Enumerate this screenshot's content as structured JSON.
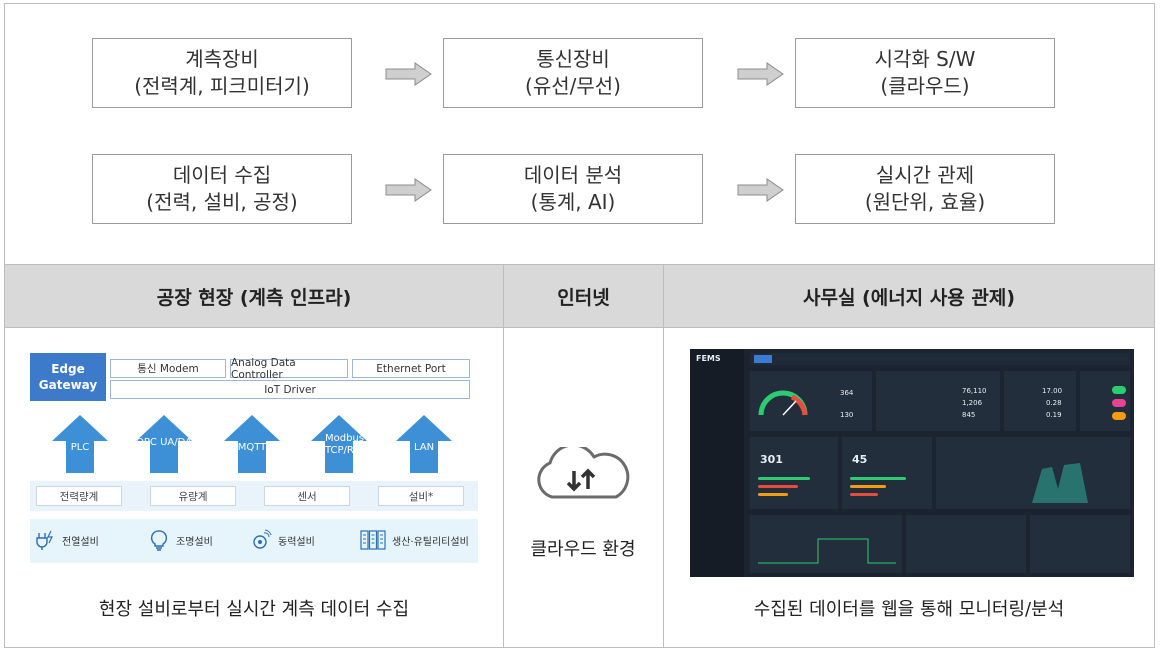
{
  "flow": {
    "row1": [
      {
        "title": "계측장비",
        "sub": "(전력계, 피크미터기)"
      },
      {
        "title": "통신장비",
        "sub": "(유선/무선)"
      },
      {
        "title": "시각화 S/W",
        "sub": "(클라우드)"
      }
    ],
    "row2": [
      {
        "title": "데이터 수집",
        "sub": "(전력, 설비, 공정)"
      },
      {
        "title": "데이터 분석",
        "sub": "(통계, AI)"
      },
      {
        "title": "실시간 관제",
        "sub": "(원단위, 효율)"
      }
    ]
  },
  "columns": {
    "factory": "공장 현장 (계측 인프라)",
    "internet": "인터넷",
    "office": "사무실 (에너지 사용 관제)"
  },
  "factory": {
    "gateway": [
      "Edge",
      "Gateway"
    ],
    "top_boxes": [
      "통신 Modem",
      "Analog Data Controller",
      "Ethernet Port"
    ],
    "driver": "IoT Driver",
    "protocols": [
      "PLC",
      "OPC UA/DA",
      "MQTT",
      "Modbus TCP/RTU",
      "LAN"
    ],
    "meters": [
      "전력량계",
      "유량계",
      "센서",
      "설비*"
    ],
    "equipment": [
      "전열설비",
      "조명설비",
      "동력설비",
      "생산·유틸리티설비"
    ],
    "caption": "현장 설비로부터 실시간 계측 데이터 수집"
  },
  "internet": {
    "cloud_label": "클라우드 환경"
  },
  "office": {
    "brand": "FEMS",
    "caption": "수집된 데이터를 웹을 통해 모니터링/분석",
    "kpi": [
      "301",
      "45",
      "364",
      "130",
      "76,110",
      "1,206",
      "845",
      "17.00",
      "0.28",
      "0.19"
    ]
  },
  "colors": {
    "header_bg": "#d9d9d9",
    "gateway_blue": "#3d7ac9",
    "arrow_gray": "#c8c8c8",
    "dash_bg": "#1b2430"
  }
}
